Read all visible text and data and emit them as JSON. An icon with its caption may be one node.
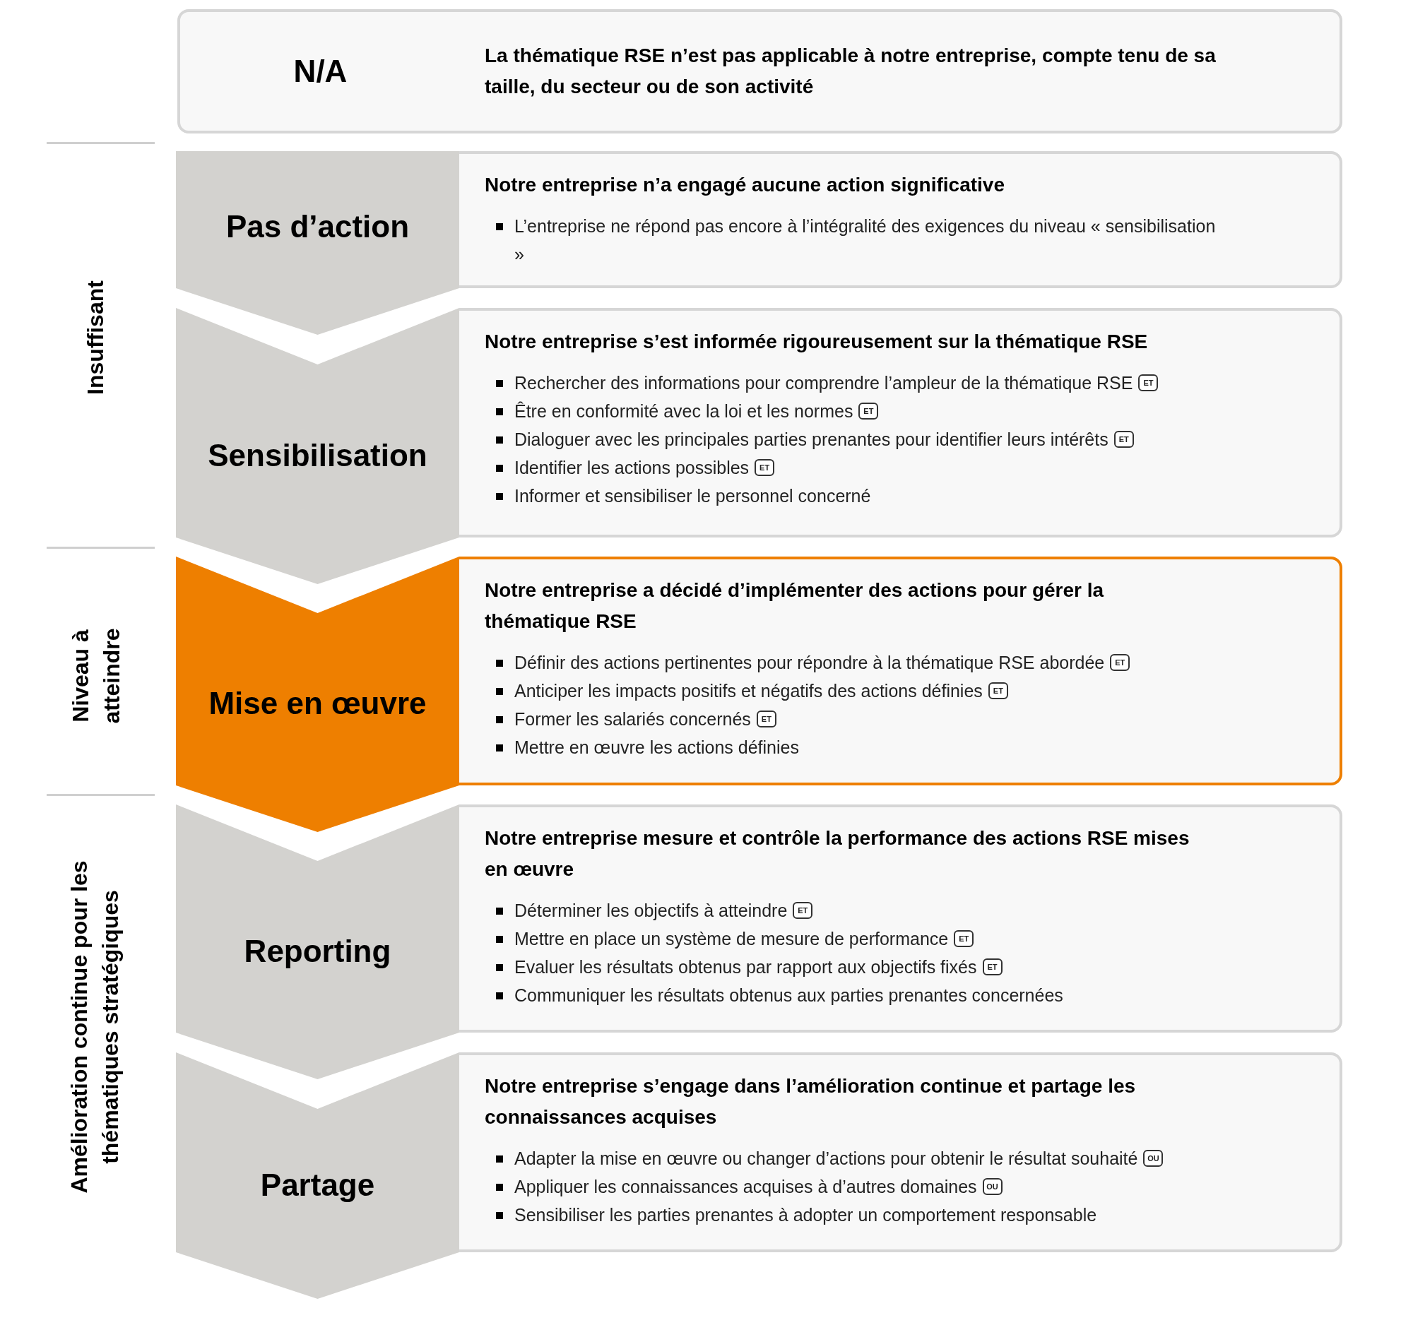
{
  "diagram": {
    "nodes": [
      {
        "text": [
          "N/A",
          "La thématique RSE n’est pas applicable à notre entreprise, compte tenu de sa taille, du secteur ou de son activité"
        ]
      },
      {
        "text": [
          "Pas d’action"
        ]
      },
      {
        "text": [
          "Notre entreprise n’a engagé aucune action significative",
          "L’entreprise ne répond pas encore à l’intégralité des exigences du niveau « sensibilisation »"
        ]
      },
      {
        "text": [
          "Sensibilisation"
        ]
      },
      {
        "text": [
          "Notre entreprise s’est informée rigoureusement sur la thématique RSE",
          "Rechercher des informations pour comprendre l’ampleur de la thématique RSE",
          "Être en conformité avec la loi et les normes",
          "Dialoguer avec les principales parties prenantes pour identifier leurs intérêts",
          "Identifier les actions possibles",
          "Informer et sensibiliser le personnel concerné"
        ]
      },
      {
        "text": [
          "ET"
        ],
        "in": 4
      },
      {
        "text": [
          "ET"
        ],
        "in": 4
      },
      {
        "text": [
          "ET"
        ],
        "in": 4
      },
      {
        "text": [
          "ET"
        ],
        "in": 4
      },
      {
        "text": [
          "Mise en œuvre"
        ]
      },
      {
        "text": [
          "Notre entreprise a décidé d’implémenter des actions pour gérer la thématique RSE",
          "Définir des actions pertinentes pour répondre à la thématique RSE abordée",
          "Anticiper les impacts positifs et négatifs des actions définies",
          "Former les salariés concernés",
          "Mettre en œuvre les actions définies"
        ]
      },
      {
        "text": [
          "ET"
        ],
        "in": 10
      },
      {
        "text": [
          "ET"
        ],
        "in": 10
      },
      {
        "text": [
          "ET"
        ],
        "in": 10
      },
      {
        "text": [
          "Reporting"
        ]
      },
      {
        "text": [
          "Notre entreprise mesure et contrôle la performance des actions RSE mises en œuvre",
          "Déterminer les objectifs à atteindre",
          "Mettre en place un système de mesure de performance",
          "Evaluer les résultats obtenus par rapport aux objectifs fixés",
          "Communiquer les résultats obtenus aux parties prenantes concernées"
        ]
      },
      {
        "text": [
          "ET"
        ],
        "in": 15
      },
      {
        "text": [
          "ET"
        ],
        "in": 15
      },
      {
        "text": [
          "ET"
        ],
        "in": 15
      },
      {
        "text": [
          "Partage"
        ]
      },
      {
        "text": [
          "Notre entreprise s’engage dans l’amélioration continue et partage les connaissances acquises",
          "Adapter la mise en œuvre ou changer d’actions pour obtenir le résultat souhaité",
          "Appliquer les connaissances acquises à d’autres domaines",
          "Sensibiliser les parties prenantes à adopter un comportement responsable"
        ]
      },
      {
        "text": [
          "OU"
        ],
        "in": 20
      },
      {
        "text": [
          "OU"
        ],
        "in": 20
      }
    ],
    "edges": [],
    "labels": [
      "Insuffisant",
      "Niveau à atteindre",
      "Amélioration continue pour les thématiques stratégiques"
    ]
  }
}
